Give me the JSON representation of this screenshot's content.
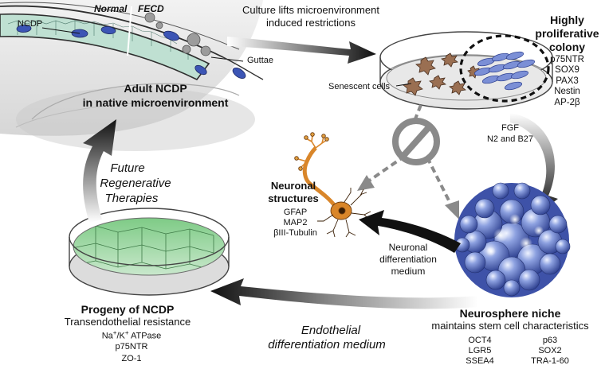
{
  "eye": {
    "normal_label": "Normal",
    "fecd_label": "FECD",
    "ncdp_label": "NCDP",
    "guttae_label": "Guttae",
    "title_line1": "Adult  NCDP",
    "title_line2": "in native microenvironment"
  },
  "culture": {
    "arrow_label_line1": "Culture lifts microenvironment",
    "arrow_label_line2": "induced restrictions",
    "senescent_label": "Senescent cells",
    "colony_title_line1": "Highly",
    "colony_title_line2": "proliferative",
    "colony_title_line3": "colony",
    "colony_markers": [
      "p75NTR",
      "SOX9",
      "PAX3",
      "Nestin",
      "AP-2β"
    ]
  },
  "growth_factors": {
    "line1": "FGF",
    "line2": "N2 and B27"
  },
  "neuronal": {
    "title_line1": "Neuronal",
    "title_line2": "structures",
    "markers": [
      "GFAP",
      "MAP2",
      "βIII-Tubulin"
    ],
    "medium_line1": "Neuronal",
    "medium_line2": "differentiation",
    "medium_line3": "medium"
  },
  "neurosphere": {
    "title": "Neurosphere niche",
    "subtitle": "maintains stem cell characteristics",
    "markers_left": [
      "OCT4",
      "LGR5",
      "SSEA4"
    ],
    "markers_right": [
      "p63",
      "SOX2",
      "TRA-1-60"
    ]
  },
  "progeny": {
    "title": "Progeny of NCDP",
    "subtitle": "Transendothelial resistance",
    "marker1_prefix": "Na",
    "marker1_sup1": "+",
    "marker1_mid": "/K",
    "marker1_sup2": "+",
    "marker1_suffix": " ATPase",
    "marker2": "p75NTR",
    "marker3": "ZO-1"
  },
  "endothelial": {
    "line1": "Endothelial",
    "line2": "differentiation medium"
  },
  "therapies": {
    "line1": "Future",
    "line2": "Regenerative",
    "line3": "Therapies"
  },
  "colors": {
    "endothelium_cell": "#bfe0d2",
    "nucleus": "#3c55b5",
    "senescent_cell": "#9a6f52",
    "neuron": "#d9862a",
    "neurosphere": "#5f78c8",
    "dish_green": "#6fc27a"
  }
}
